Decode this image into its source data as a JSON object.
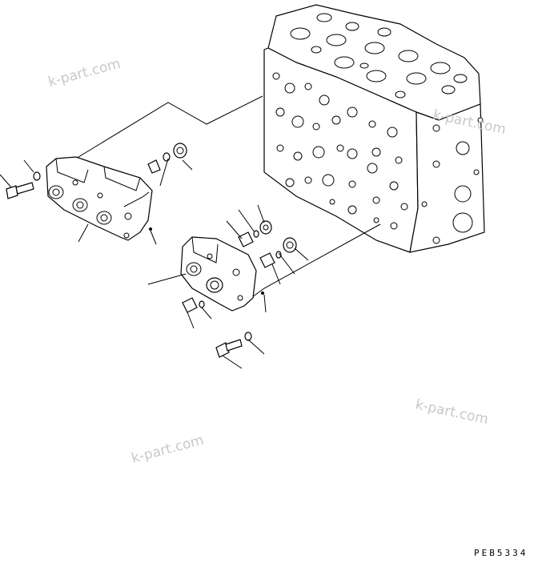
{
  "diagram": {
    "drawing_code": "PEB5334",
    "watermarks": [
      "k-part.com",
      "k-part.com",
      "k-part.com",
      "k-part.com"
    ]
  }
}
